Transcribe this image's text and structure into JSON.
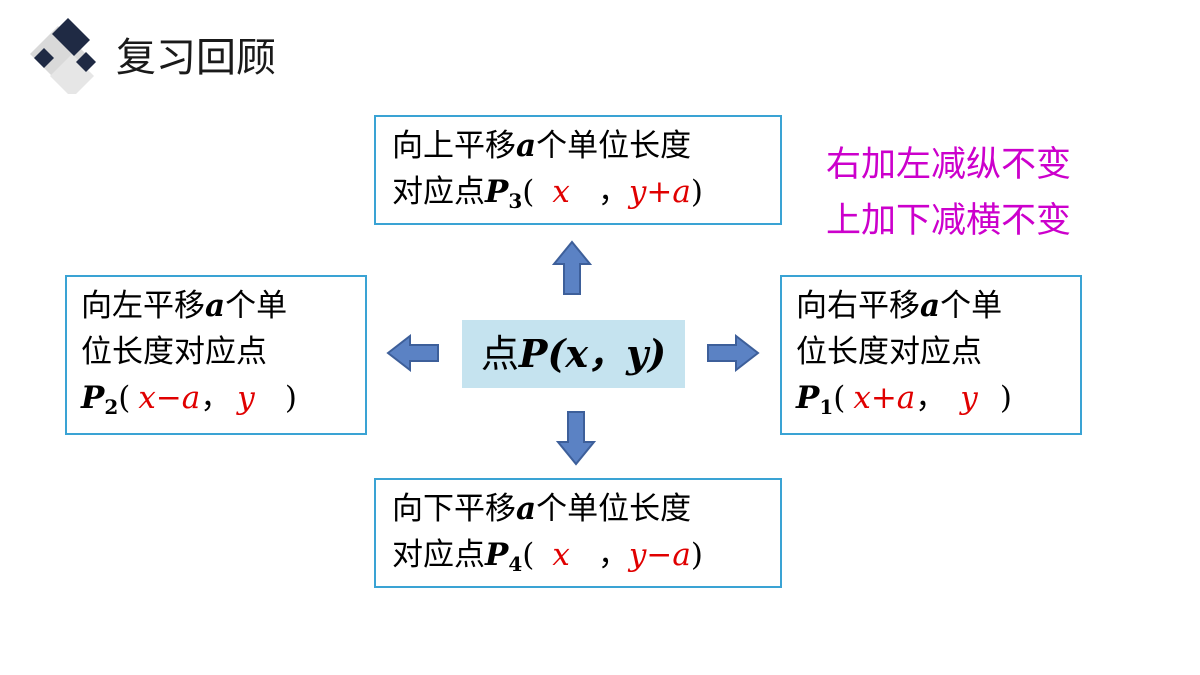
{
  "header": {
    "title": "复习回顾"
  },
  "center": {
    "label": "点",
    "point": "P",
    "args": "(x，y)"
  },
  "boxes": {
    "up": {
      "line1_a": "向上平移",
      "line1_var": "a",
      "line1_b": "个单位长度",
      "line2_a": "对应点",
      "point": "P",
      "sub": "3",
      "open": "(",
      "x": "x",
      "comma": "，",
      "y": "y+a",
      "close": ")"
    },
    "down": {
      "line1_a": "向下平移",
      "line1_var": "a",
      "line1_b": "个单位长度",
      "line2_a": "对应点",
      "point": "P",
      "sub": "4",
      "open": "(",
      "x": "x",
      "comma": "，",
      "y": "y−a",
      "close": ")"
    },
    "left": {
      "line1_a": "向左平移",
      "line1_var": "a",
      "line1_b": "个单",
      "line2": "位长度对应点",
      "point": "P",
      "sub": "2",
      "open": "(",
      "x": "x−a",
      "comma": "，",
      "y": "y",
      "close": ")"
    },
    "right": {
      "line1_a": "向右平移",
      "line1_var": "a",
      "line1_b": "个单",
      "line2": "位长度对应点",
      "point": "P",
      "sub": "1",
      "open": "(",
      "x": "x+a",
      "comma": "，",
      "y": "y",
      "close": ")"
    }
  },
  "rules": {
    "line1": "右加左减纵不变",
    "line2": "上加下减横不变"
  },
  "colors": {
    "border": "#3aa3d4",
    "center_bg": "#c5e3ef",
    "arrow": "#5b82c4",
    "answer": "#e00000",
    "rule": "#cc00cc"
  }
}
